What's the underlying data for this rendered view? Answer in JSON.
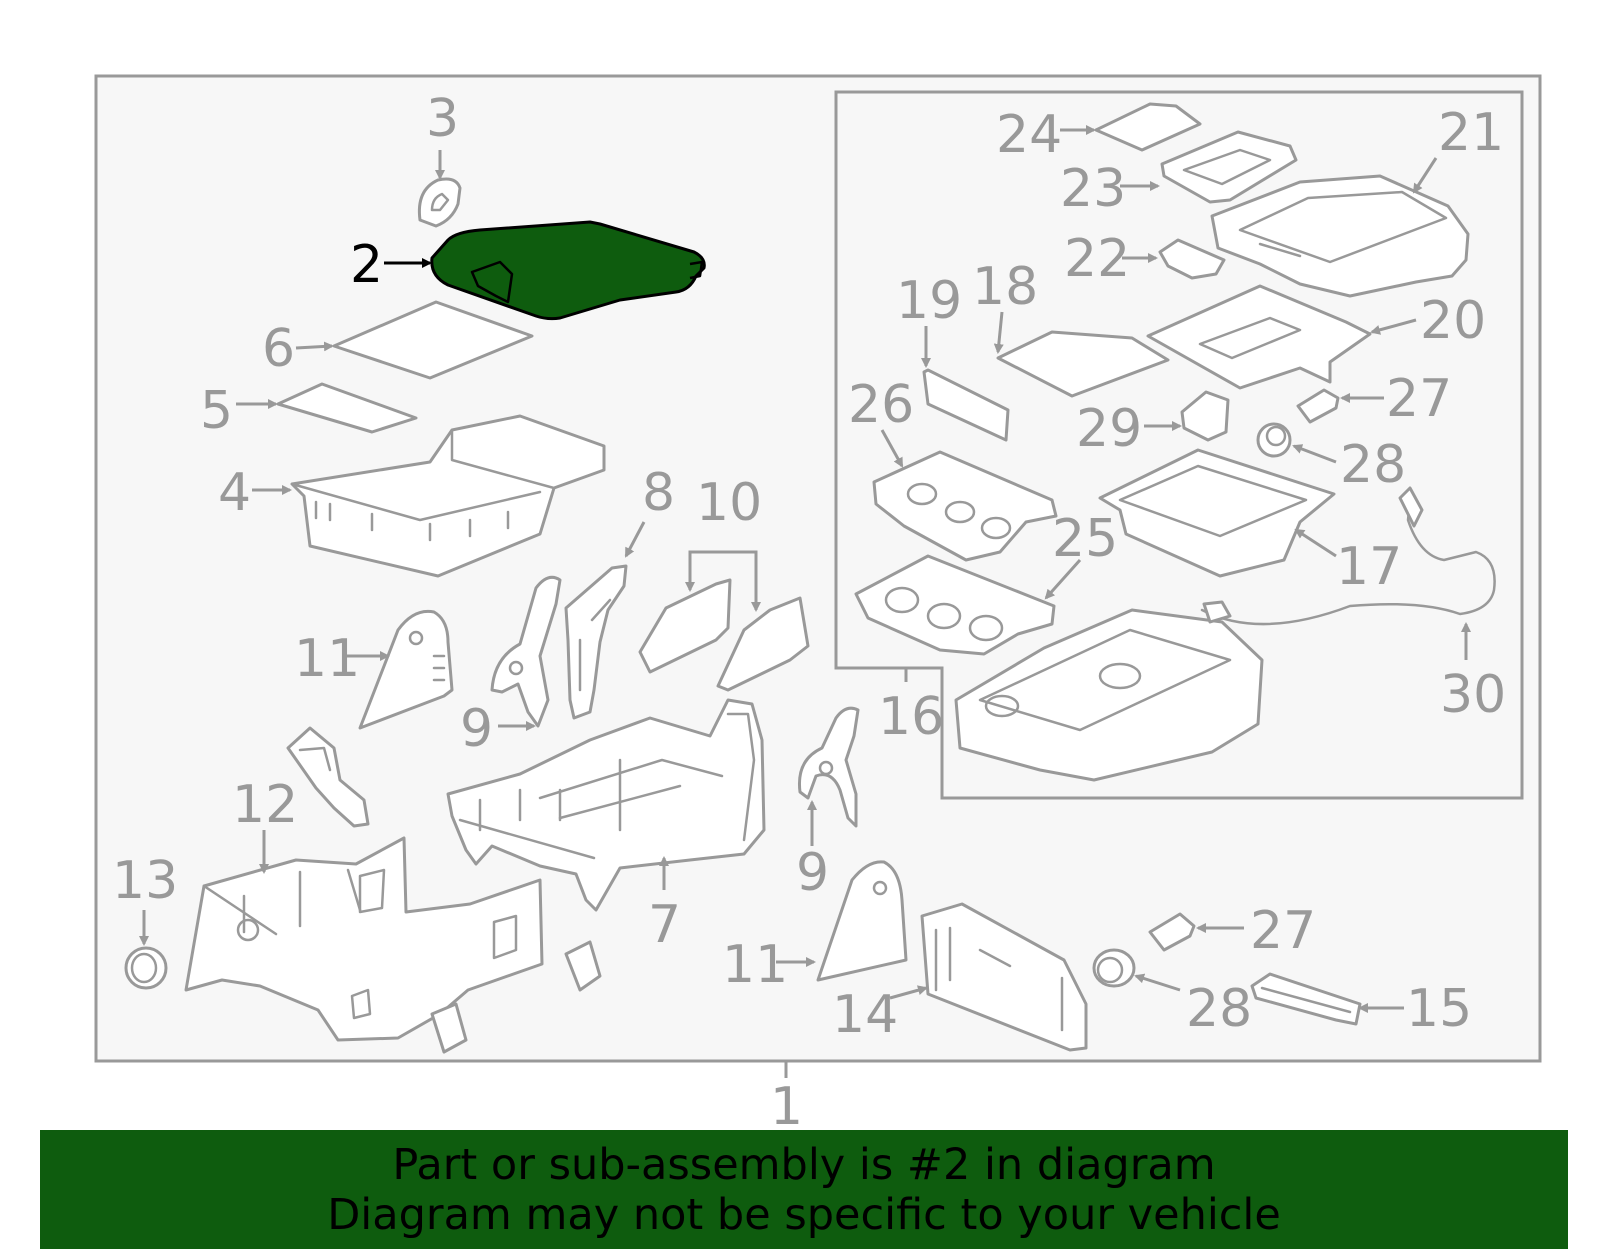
{
  "diagram": {
    "highlighted_part": "2",
    "highlight_color": "#0e5c0e",
    "callouts": {
      "c1": "1",
      "c2": "2",
      "c3": "3",
      "c4": "4",
      "c5": "5",
      "c6": "6",
      "c7": "7",
      "c8": "8",
      "c9a": "9",
      "c9b": "9",
      "c10": "10",
      "c11a": "11",
      "c11b": "11",
      "c12": "12",
      "c13": "13",
      "c14": "14",
      "c15": "15",
      "c16": "16",
      "c17": "17",
      "c18": "18",
      "c19": "19",
      "c20": "20",
      "c21": "21",
      "c22": "22",
      "c23": "23",
      "c24": "24",
      "c25": "25",
      "c26": "26",
      "c27a": "27",
      "c27b": "27",
      "c28a": "28",
      "c28b": "28",
      "c29": "29",
      "c30": "30"
    }
  },
  "banner": {
    "line1": "Part or sub-assembly is #2 in diagram",
    "line2": "Diagram may not be specific to your vehicle",
    "background": "#0e5c0e"
  }
}
